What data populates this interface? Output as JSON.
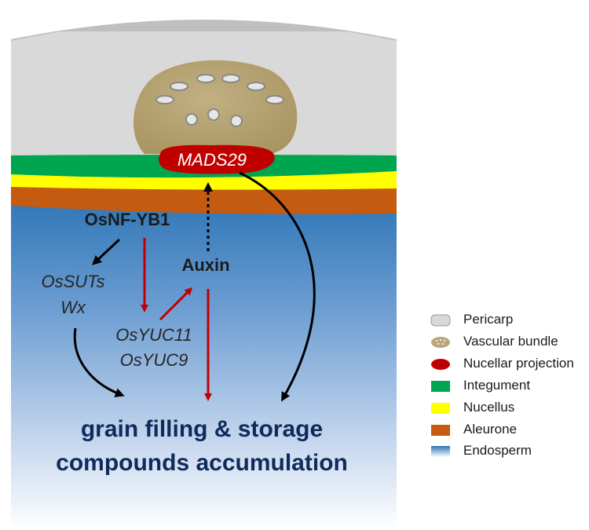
{
  "diagram": {
    "nucellar_label": "MADS29",
    "regulator_label": "OsNF-YB1",
    "hormone_label": "Auxin",
    "targets_left": [
      "OsSUTs",
      "Wx"
    ],
    "targets_right": [
      "OsYUC11",
      "OsYUC9"
    ],
    "outcome_lines": [
      "grain filling & storage",
      "compounds accumulation"
    ]
  },
  "legend": [
    {
      "label": "Pericarp",
      "color": "#d9d9d9",
      "shape": "rounded-rect"
    },
    {
      "label": "Vascular bundle",
      "color": "#b9a679",
      "shape": "blob"
    },
    {
      "label": "Nucellar projection",
      "color": "#c00000",
      "shape": "blob"
    },
    {
      "label": "Integument",
      "color": "#00a550",
      "shape": "rect"
    },
    {
      "label": "Nucellus",
      "color": "#ffff00",
      "shape": "rect"
    },
    {
      "label": "Aleurone",
      "color": "#c55a11",
      "shape": "rect"
    },
    {
      "label": "Endosperm",
      "color": "#2e75b6",
      "shape": "gradient-rect"
    }
  ],
  "colors": {
    "pericarp": "#d9d9d9",
    "vascular_bundle": "#b9a679",
    "nucellar_projection": "#c00000",
    "integument": "#00a550",
    "nucellus": "#ffff00",
    "aleurone": "#c55a11",
    "endosperm": "#2e75b6",
    "arrow_red": "#c00000",
    "arrow_black": "#000000"
  }
}
